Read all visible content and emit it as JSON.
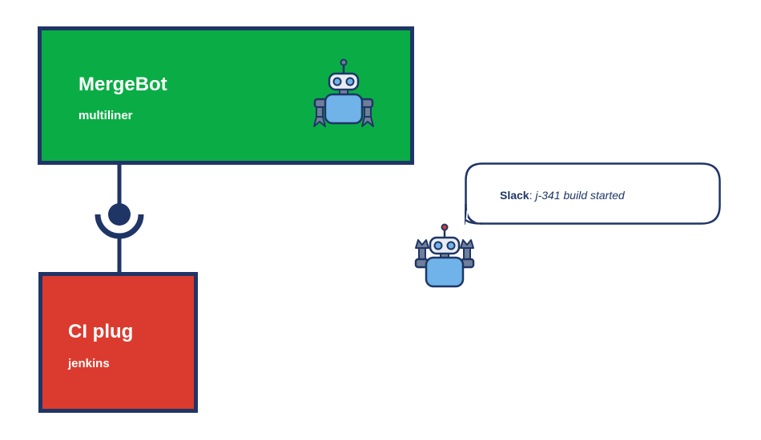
{
  "nodes": {
    "top": {
      "title": "MergeBot",
      "subtitle": "multiliner",
      "fill": "#0aad45",
      "icon": "robot-icon"
    },
    "bottom": {
      "title": "CI plug",
      "subtitle": "jenkins",
      "fill": "#db3b2e"
    }
  },
  "connector": {
    "type": "ball-and-socket",
    "color": "#1f3566"
  },
  "chat": {
    "sender": "Slack",
    "separator": ": ",
    "message": "j-341 build started",
    "icon": "robot-waving-icon"
  },
  "colors": {
    "outline": "#1f3566",
    "robot_body": "#6fb3e8",
    "robot_metal": "#6f7f99",
    "antenna_top": "#d93b34",
    "background": "#ffffff"
  }
}
